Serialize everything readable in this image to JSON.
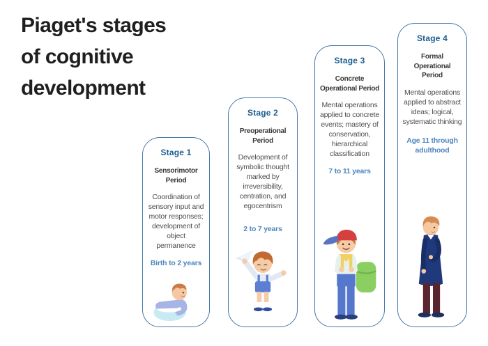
{
  "title": {
    "text": "Piaget's stages of cognitive development",
    "lines": [
      "Piaget's stages",
      "of cognitive",
      "development"
    ]
  },
  "colors": {
    "title_text": "#1f1f1f",
    "card_border": "#4779a9",
    "stage_label_blue": "#1a5d90",
    "age_blue": "#4e86c1",
    "body_text": "#4d4d4d",
    "background": "#ffffff"
  },
  "stages": [
    {
      "label": "Stage 1",
      "period": "Sensorimotor Period",
      "period_lines": [
        "Sensorimotor",
        "Period"
      ],
      "description": "Coordination of sensory input and motor responses; development of object permanence",
      "age": "Birth to 2 years",
      "illustration": "baby-with-bowl"
    },
    {
      "label": "Stage 2",
      "period": "Preoperational Period",
      "period_lines": [
        "Preoperational",
        "Period"
      ],
      "description": "Development of symbolic thought marked by irreversibility, centration, and egocentrism",
      "age": "2 to 7 years",
      "illustration": "toddler-with-paper-airplane"
    },
    {
      "label": "Stage 3",
      "period": "Concrete Operational Period",
      "period_lines": [
        "Concrete",
        "Operational Period"
      ],
      "description": "Mental operations applied to concrete events; mastery of conservation, hierarchical classification",
      "age": "7 to 11 years",
      "illustration": "school-child-with-backpack"
    },
    {
      "label": "Stage 4",
      "period": "Formal Operational Period",
      "period_lines": [
        "Formal",
        "Operational",
        "Period"
      ],
      "description": "Mental operations applied to abstract ideas; logical, systematic thinking",
      "age": "Age 11 through adulthood",
      "illustration": "adolescent-standing"
    }
  ]
}
